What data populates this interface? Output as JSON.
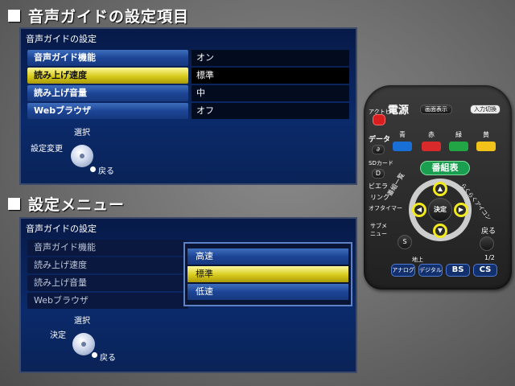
{
  "section1": {
    "heading": "音声ガイドの設定項目"
  },
  "panel1": {
    "title": "音声ガイドの設定",
    "rows": [
      {
        "label": "音声ガイド機能",
        "value": "オン"
      },
      {
        "label": "読み上げ速度",
        "value": "標準"
      },
      {
        "label": "読み上げ音量",
        "value": "中"
      },
      {
        "label": "Webブラウザ",
        "value": "オフ"
      }
    ],
    "help": {
      "select": "選択",
      "change": "設定変更",
      "back": "戻る"
    }
  },
  "section2": {
    "heading": "設定メニュー"
  },
  "panel2": {
    "title": "音声ガイドの設定",
    "rows": [
      {
        "label": "音声ガイド機能"
      },
      {
        "label": "読み上げ速度"
      },
      {
        "label": "読み上げ音量"
      },
      {
        "label": "Webブラウザ"
      }
    ],
    "options": [
      "高速",
      "標準",
      "低速"
    ],
    "selected_option": "標準",
    "help": {
      "select": "選択",
      "decide": "決定",
      "back": "戻る"
    }
  },
  "remote": {
    "power": "電源",
    "screen_display": "画面表示",
    "input_switch": "入力切換",
    "side_labels": [
      "アクトビラ",
      "データ",
      "SDカード",
      "ビエラ",
      "リンク",
      "オフタイマー",
      "サブメニュー"
    ],
    "colors": [
      {
        "label": "青",
        "color": "#1a6fd6"
      },
      {
        "label": "赤",
        "color": "#d82a2a"
      },
      {
        "label": "緑",
        "color": "#22a544"
      },
      {
        "label": "黄",
        "color": "#f0c21a"
      }
    ],
    "guide": "番組表",
    "ichiran": "番組一覧",
    "rakuraku": "らくらくアイコン",
    "enter": "決定",
    "back": "戻る",
    "s_button": "S",
    "chijo": "地上",
    "half": "1/2",
    "bottom": [
      "アナログ",
      "デジタル",
      "BS",
      "CS"
    ],
    "highlight_color": "#f2ea1c"
  }
}
